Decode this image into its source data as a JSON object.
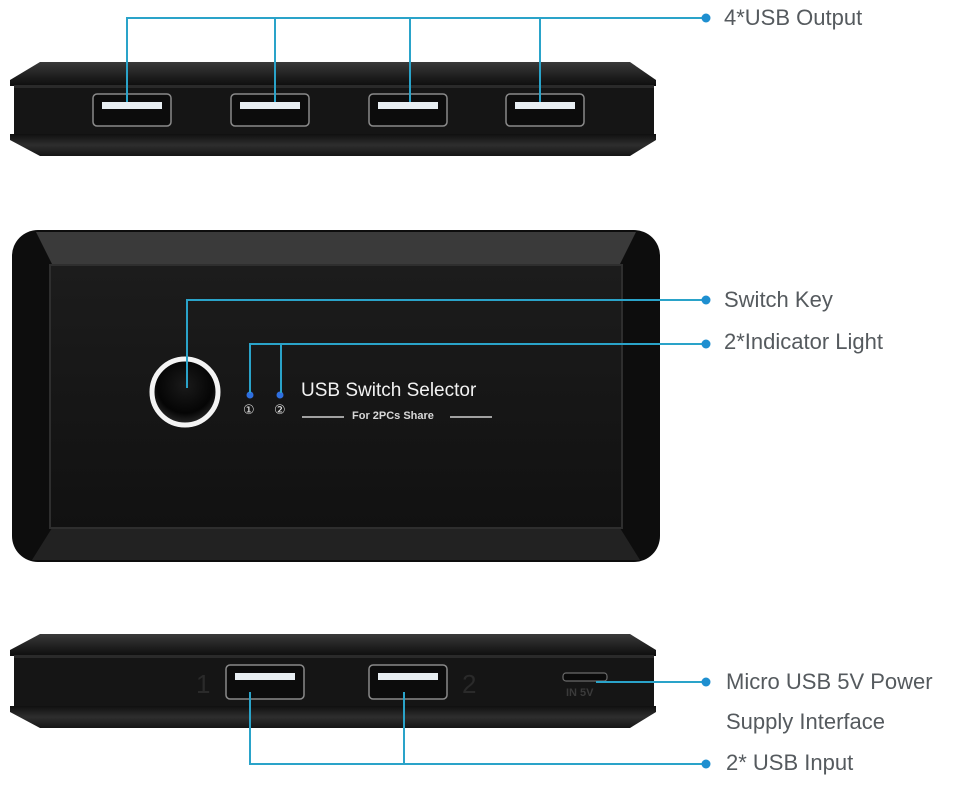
{
  "callouts": {
    "usb_output": "4*USB Output",
    "switch_key": "Switch Key",
    "indicator_light": "2*Indicator Light",
    "power_line1": "Micro USB 5V Power",
    "power_line2": "Supply Interface",
    "usb_input": "2* USB Input"
  },
  "device": {
    "title": "USB Switch Selector",
    "subtitle": "For 2PCs Share",
    "led_labels": [
      "①",
      "②"
    ],
    "input_port_labels": [
      "1",
      "2"
    ],
    "power_port_label": "IN 5V"
  },
  "colors": {
    "callout_line": "#2aa3c9",
    "callout_dot": "#1e8fd0",
    "led": "#2f6fe0",
    "device_body": "#1b1b1b",
    "label_text": "#555a5e"
  }
}
